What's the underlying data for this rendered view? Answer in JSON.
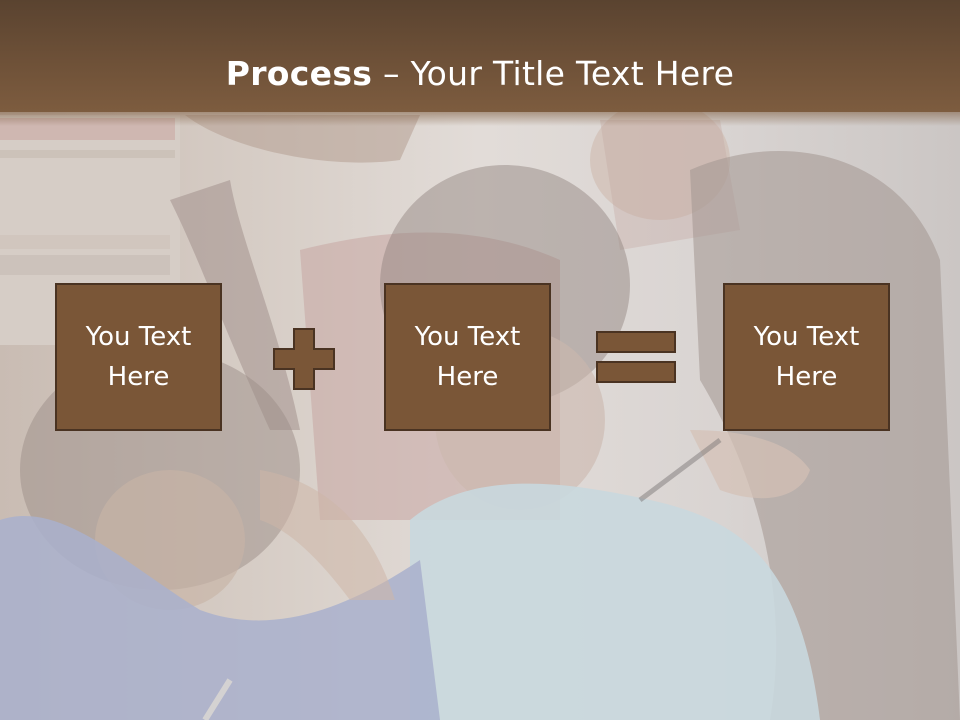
{
  "slide": {
    "title_bold": "Process",
    "title_rest": " – Your Title Text Here",
    "boxes": [
      {
        "text": "You Text Here"
      },
      {
        "text": "You Text Here"
      },
      {
        "text": "You Text Here"
      }
    ],
    "operators": [
      "plus-icon",
      "equals-icon"
    ],
    "colors": {
      "header": "#6e5138",
      "box_fill": "#7a5637",
      "box_border": "#4a3322",
      "text": "#ffffff"
    }
  }
}
